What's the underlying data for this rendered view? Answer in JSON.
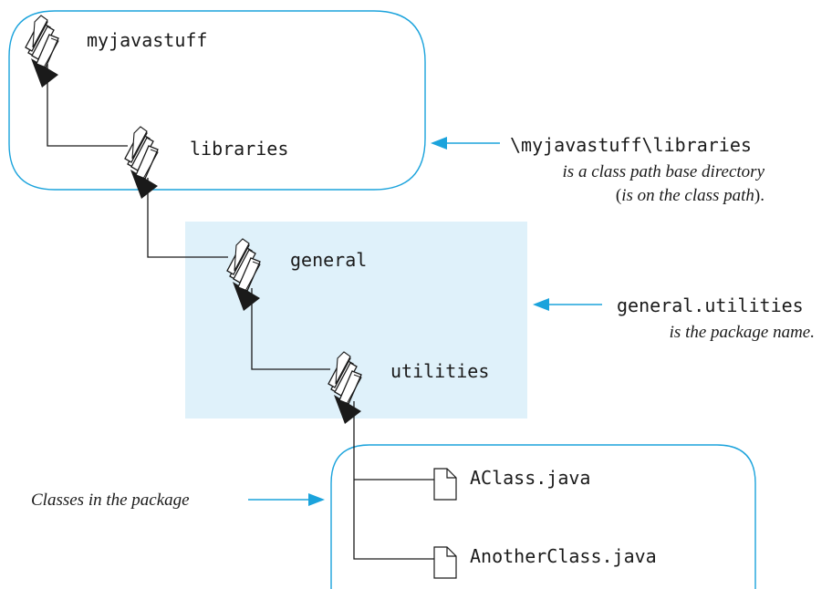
{
  "folders": {
    "root": "myjavastuff",
    "libraries": "libraries",
    "general": "general",
    "utilities": "utilities"
  },
  "files": [
    "AClass.java",
    "AnotherClass.java"
  ],
  "annotations": {
    "classpath_path": "\\myjavastuff\\libraries",
    "classpath_line1": "is a class path base directory",
    "classpath_line2_open": "(",
    "classpath_line2_italic": "is on the class path",
    "classpath_line2_close": ").",
    "package_name": "general.utilities",
    "package_desc": "is the package name.",
    "classes_desc": "Classes in the package"
  },
  "colors": {
    "accent": "#1ba3dc",
    "package_fill": "#dff1fa",
    "tree": "#1a1a1a"
  },
  "icons": [
    "folder-icon",
    "file-icon",
    "arrow-icon"
  ]
}
